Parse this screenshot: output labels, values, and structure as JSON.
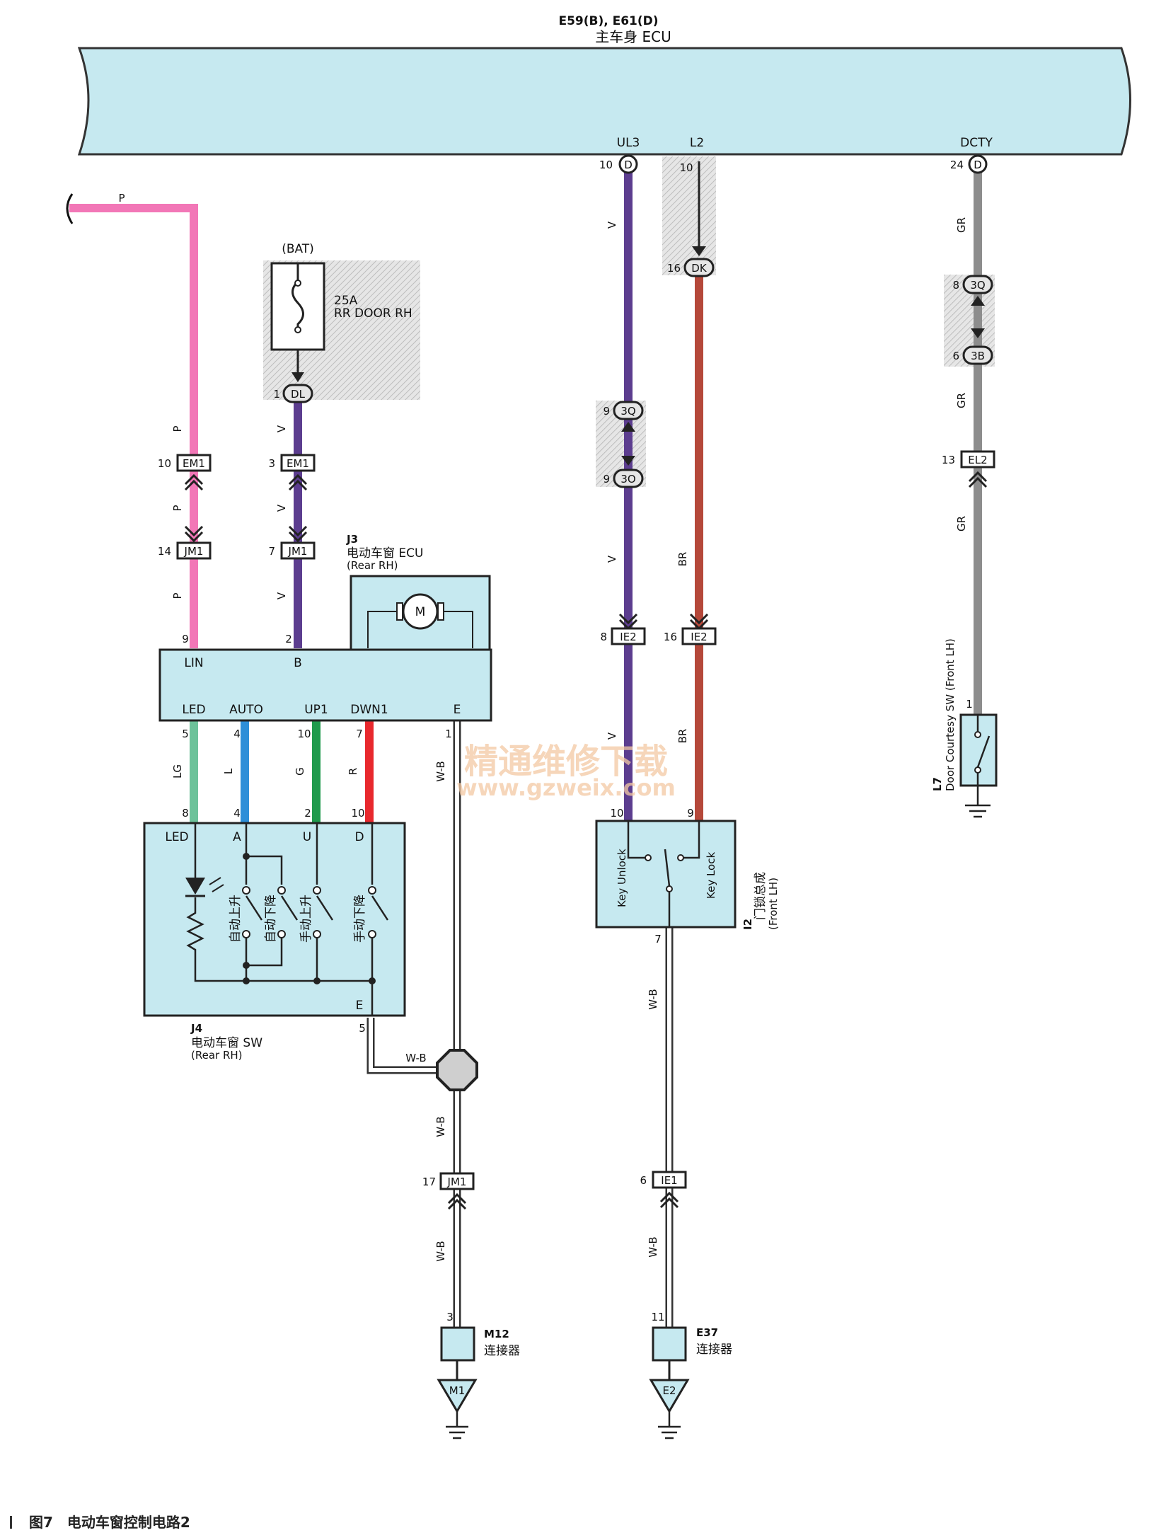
{
  "main_ecu": {
    "codes": "E59(B), E61(D)",
    "name": "主车身 ECU",
    "pins": [
      {
        "name": "UL3",
        "num": "10",
        "conn": "D"
      },
      {
        "name": "L2",
        "num": "10",
        "conn": ""
      },
      {
        "name": "DCTY",
        "num": "24",
        "conn": "D"
      }
    ]
  },
  "wire_colors": {
    "P": "#f277b7",
    "V": "#5c3d8f",
    "BR": "#b5483a",
    "GR": "#8d8d8d",
    "LG": "#6dc29a",
    "L": "#2e8fd8",
    "G": "#1f9a4c",
    "R": "#e8282d",
    "WB": "#ffffff",
    "box_fill": "#c6e9f0",
    "splice_fill": "#cfcfcf"
  },
  "fuse": {
    "source": "(BAT)",
    "rating": "25A",
    "name": "RR DOOR RH"
  },
  "connectors": {
    "dl": {
      "pin": "1",
      "code": "DL"
    },
    "dk": {
      "pin": "16",
      "code": "DK"
    },
    "em1_p": {
      "pin": "10",
      "code": "EM1"
    },
    "em1_v": {
      "pin": "3",
      "code": "EM1"
    },
    "jm1_p": {
      "pin": "14",
      "code": "JM1"
    },
    "jm1_v": {
      "pin": "7",
      "code": "JM1"
    },
    "q3_v": {
      "pin": "9",
      "code": "3Q"
    },
    "o3_v": {
      "pin": "9",
      "code": "3O"
    },
    "q3_gr": {
      "pin": "8",
      "code": "3Q"
    },
    "b3_gr": {
      "pin": "6",
      "code": "3B"
    },
    "el2": {
      "pin": "13",
      "code": "EL2"
    },
    "ie2_v": {
      "pin": "8",
      "code": "IE2"
    },
    "ie2_br": {
      "pin": "16",
      "code": "IE2"
    },
    "jm1_wb": {
      "pin": "17",
      "code": "JM1"
    },
    "ie1_wb": {
      "pin": "6",
      "code": "IE1"
    }
  },
  "wire_labels": {
    "p": "P",
    "v": "V",
    "br": "BR",
    "gr": "GR",
    "lg": "LG",
    "l": "L",
    "g": "G",
    "r": "R",
    "wb": "W-B"
  },
  "j3": {
    "code": "J3",
    "name": "电动车窗 ECU",
    "sub": "(Rear RH)",
    "motor": "M",
    "top_pins": [
      {
        "label": "LIN",
        "num": "9"
      },
      {
        "label": "B",
        "num": "2"
      }
    ],
    "bottom_pins": [
      {
        "label": "LED",
        "num": "5"
      },
      {
        "label": "AUTO",
        "num": "4"
      },
      {
        "label": "UP1",
        "num": "10"
      },
      {
        "label": "DWN1",
        "num": "7"
      },
      {
        "label": "E",
        "num": "1"
      }
    ]
  },
  "j4": {
    "code": "J4",
    "name": "电动车窗 SW",
    "sub": "(Rear RH)",
    "pins": [
      {
        "label": "LED",
        "num": "8"
      },
      {
        "label": "A",
        "num": "4"
      },
      {
        "label": "U",
        "num": "2"
      },
      {
        "label": "D",
        "num": "10"
      }
    ],
    "ground_pin": {
      "label": "E",
      "num": "5"
    },
    "switches": [
      "自动上升",
      "自动下降",
      "手动上升",
      "手动下降"
    ]
  },
  "i2": {
    "code": "I2",
    "name": "门锁总成",
    "sub": "(Front LH)",
    "pin_unlock": "10",
    "pin_lock": "9",
    "pin_gnd": "7",
    "unlock_label": "Key Unlock",
    "lock_label": "Key Lock"
  },
  "l7": {
    "code": "L7",
    "name": "Door Courtesy SW (Front LH)",
    "pin": "1"
  },
  "m12": {
    "code": "M12",
    "name": "连接器",
    "pin": "3",
    "ground": "M1"
  },
  "e37": {
    "code": "E37",
    "name": "连接器",
    "pin": "11",
    "ground": "E2"
  },
  "watermark": {
    "line1": "精通维修下载",
    "line2": "www.gzweix.com"
  },
  "caption": {
    "fig": "图7",
    "title": "电动车窗控制电路2"
  }
}
